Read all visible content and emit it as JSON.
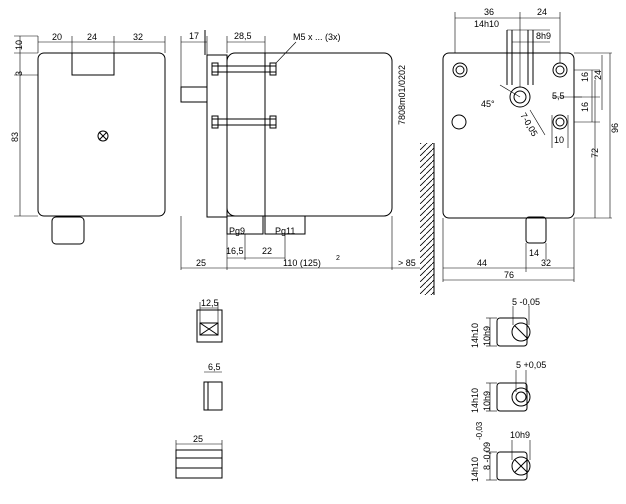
{
  "dims": {
    "front_top": [
      "20",
      "24",
      "32"
    ],
    "front_left": [
      "10",
      "3",
      "83"
    ],
    "side_top": [
      "17",
      "28,5"
    ],
    "side_callout": "M5 x ... (3x)",
    "side_bottom": [
      "16,5",
      "22",
      "25",
      "110 (125)",
      "2",
      "> 85"
    ],
    "pg_labels": [
      "Pg9",
      "Pg11"
    ],
    "part_number": "7808m01/0202",
    "back_top": [
      "36",
      "24",
      "14h10",
      "8h9"
    ],
    "back_right": [
      "16",
      "24",
      "16",
      "5,5",
      "10"
    ],
    "back_side": [
      "96",
      "72"
    ],
    "back_angle": "45°",
    "back_bolt": "7-0,05",
    "back_bottom": [
      "14",
      "44",
      "32",
      "76"
    ],
    "detail_left": [
      "12,5",
      "6,5",
      "25"
    ],
    "shaft1": {
      "top": "5 -0,05",
      "side_a": "14h10",
      "side_b": "10h9"
    },
    "shaft2": {
      "top": "5 +0,05",
      "side_a": "14h10",
      "side_b": "10h9"
    },
    "shaft3": {
      "top": "10h9",
      "side_a": "14h10",
      "side_b": "8 -0,09",
      "side_c": "-0,03"
    }
  }
}
